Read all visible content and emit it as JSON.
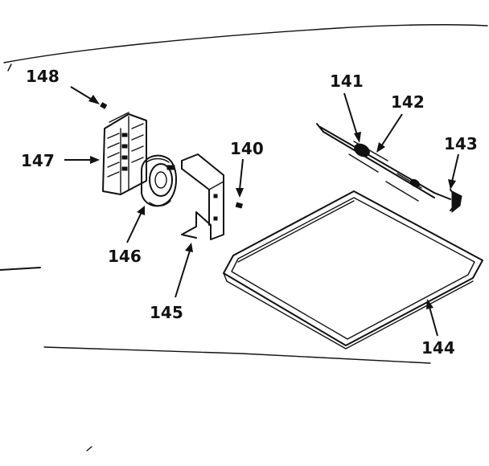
{
  "callouts": {
    "c140": "140",
    "c141": "141",
    "c142": "142",
    "c143": "143",
    "c144": "144",
    "c145": "145",
    "c146": "146",
    "c147": "147",
    "c148": "148"
  },
  "colors": {
    "ink": "#111111",
    "paper": "#ffffff"
  }
}
